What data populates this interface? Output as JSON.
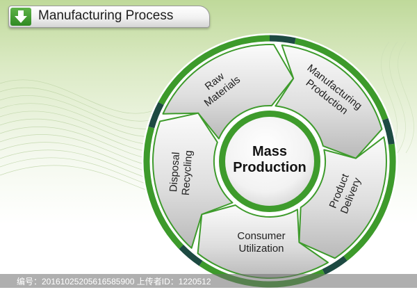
{
  "header": {
    "title": "Manufacturing Process",
    "icon": "arrow-down-icon"
  },
  "diagram": {
    "center": {
      "line1": "Mass",
      "line2": "Production"
    },
    "segments": [
      {
        "lines": [
          "Raw",
          "Materials"
        ]
      },
      {
        "lines": [
          "Manufacturing",
          "Production"
        ]
      },
      {
        "lines": [
          "Product",
          "Delivery"
        ]
      },
      {
        "lines": [
          "Consumer",
          "Utilization"
        ]
      },
      {
        "lines": [
          "Disposal",
          "Recycling"
        ]
      }
    ]
  },
  "footer": {
    "text": "编号：20161025205616585900 上传者ID：1220512"
  },
  "colors": {
    "ring_green": "#3d9a2b",
    "ring_dark": "#1d4a42",
    "segment_silver": "#d9d9d9"
  }
}
